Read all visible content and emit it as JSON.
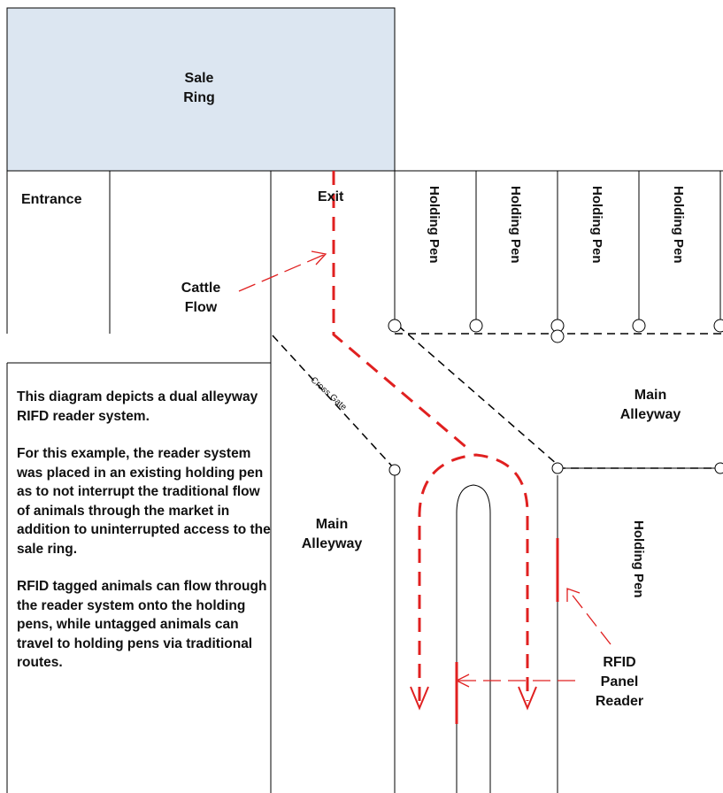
{
  "labels": {
    "sale_ring": [
      "Sale",
      "Ring"
    ],
    "entrance": "Entrance",
    "exit": "Exit",
    "cattle_flow": [
      "Cattle",
      "Flow"
    ],
    "holding_pen": "Holding Pen",
    "main_alleyway": [
      "Main",
      "Alleyway"
    ],
    "cross_gate": "Cross Gate",
    "rfid_reader": [
      "RFID",
      "Panel",
      "Reader"
    ]
  },
  "notes": [
    "This diagram depicts a dual alleyway RIFD reader system.",
    "For this example, the reader system was placed in an existing holding pen as to not interrupt the traditional flow of animals through the market in addition to  uninterrupted access to the sale ring.",
    "RFID tagged animals can flow through the reader system onto the holding pens, while untagged animals can travel to holding pens via traditional routes."
  ],
  "colors": {
    "sale_ring_fill": "#dce6f1",
    "flow_red": "#e02020",
    "line": "#000000"
  }
}
